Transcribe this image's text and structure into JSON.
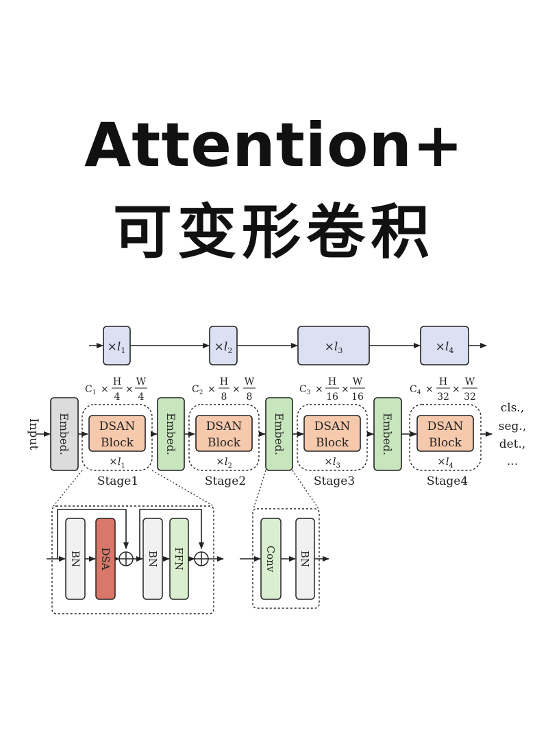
{
  "title": {
    "line1": "Attention+",
    "line2": "可变形卷积"
  },
  "colors": {
    "background": "#ffffff",
    "title_text": "#111111",
    "repeat_box_fill": "#dbe1f3",
    "embed_gray_fill": "#dcdcdc",
    "embed_green_fill": "#c8e6bd",
    "dsan_block_fill": "#f6c9ad",
    "dsa_fill": "#d9786a",
    "bn_fill": "#f0f1f0",
    "ffn_fill": "#d9efcf",
    "conv_fill": "#d9efcf",
    "stroke": "#222222"
  },
  "diagram": {
    "top_repeats": [
      {
        "times": "×",
        "symbol": "l",
        "sub": "1"
      },
      {
        "times": "×",
        "symbol": "l",
        "sub": "2"
      },
      {
        "times": "×",
        "symbol": "l",
        "sub": "3"
      },
      {
        "times": "×",
        "symbol": "l",
        "sub": "4"
      }
    ],
    "input_label": "Input",
    "embed_label": "Embed.",
    "dsan_line1": "DSAN",
    "dsan_line2": "Block",
    "stages": [
      {
        "c": "C",
        "c_sub": "1",
        "h": "H",
        "h_div": "4",
        "w": "W",
        "w_div": "4",
        "rep_sub": "1",
        "name": "Stage1"
      },
      {
        "c": "C",
        "c_sub": "2",
        "h": "H",
        "h_div": "8",
        "w": "W",
        "w_div": "8",
        "rep_sub": "2",
        "name": "Stage2"
      },
      {
        "c": "C",
        "c_sub": "3",
        "h": "H",
        "h_div": "16",
        "w": "W",
        "w_div": "16",
        "rep_sub": "3",
        "name": "Stage3"
      },
      {
        "c": "C",
        "c_sub": "4",
        "h": "H",
        "h_div": "32",
        "w": "W",
        "w_div": "32",
        "rep_sub": "4",
        "name": "Stage4"
      }
    ],
    "outputs": [
      "cls.,",
      "seg.,",
      "det.,",
      "..."
    ],
    "times_sign": "×",
    "block_detail": {
      "bn1": "BN",
      "dsa": "DSA",
      "bn2": "BN",
      "ffn": "FFN"
    },
    "embed_detail": {
      "conv": "Conv",
      "bn": "BN"
    }
  }
}
